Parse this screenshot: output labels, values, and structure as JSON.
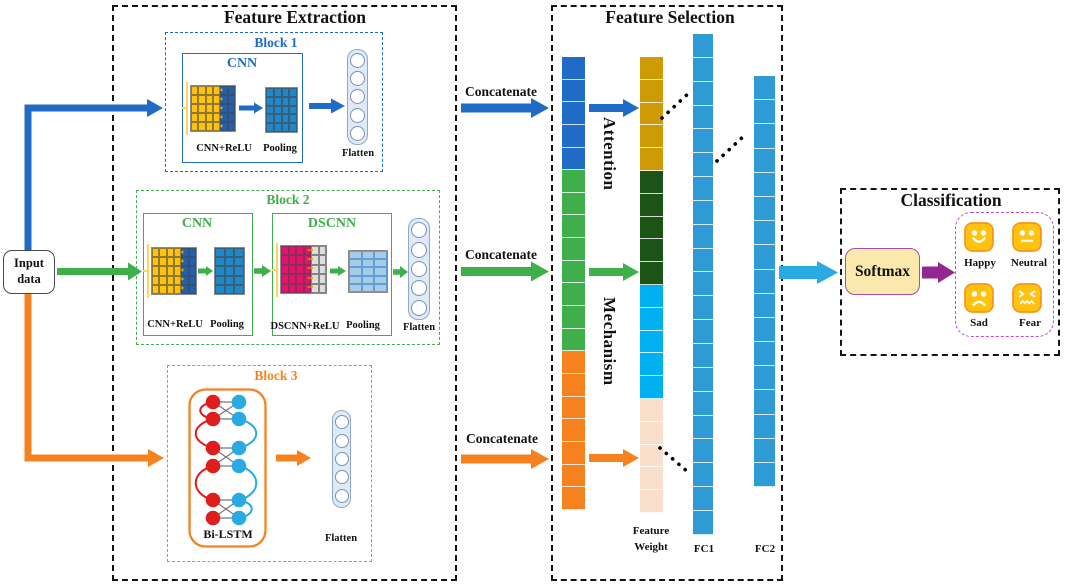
{
  "palette": {
    "blue": "#1F6BC5",
    "green": "#3FAF4C",
    "orange": "#F5821F",
    "gold": "#CE9A06",
    "darkGreen": "#1C5418",
    "cyan": "#00B0F0",
    "peach": "#FADFCD",
    "fcBlue": "#2E9BD6",
    "ltBlue": "#29ABE2",
    "red": "#DF1D1D",
    "magenta": "#E8106C",
    "yellow": "#FFC20E",
    "convBlue": "#2160AE",
    "ltGray": "#DEDEDE",
    "poolBlue": "#1E88C9",
    "poolLtBlue": "#A8CBE8",
    "flatFill": "#DFEAF7",
    "flatBorder": "#8FA8C8",
    "purple": "#92278F",
    "emojiYellow": "#FFC20E",
    "emojiBorder": "#F7941D",
    "emotionBorder": "#B44FC8",
    "softmaxFill": "#FBE8AC",
    "softmaxBorder": "#A94FA4",
    "ink": "#111111"
  },
  "input_box": {
    "line1": "Input",
    "line2": "data"
  },
  "sections": {
    "feature_extraction": {
      "title": "Feature Extraction"
    },
    "feature_selection": {
      "title": "Feature Selection"
    },
    "classification": {
      "title": "Classification"
    }
  },
  "blocks": {
    "block1": {
      "title": "Block 1",
      "cnn_title": "CNN",
      "labels": {
        "conv": "CNN+ReLU",
        "pool": "Pooling",
        "flatten": "Flatten"
      },
      "conv_grid": {
        "rows": 5,
        "col_colors": [
          "yellow",
          "yellow",
          "yellow",
          "yellow",
          "convBlue",
          "convBlue"
        ],
        "arrow_col": 4
      },
      "pool_grid": {
        "rows": 5,
        "cols": 4,
        "color": "poolBlue"
      },
      "flatten_circles": 5
    },
    "block2": {
      "title": "Block 2",
      "cnn_title": "CNN",
      "dscnn_title": "DSCNN",
      "labels": {
        "cnn_conv": "CNN+ReLU",
        "cnn_pool": "Pooling",
        "dscnn_conv": "DSCNN+ReLU",
        "dscnn_pool": "Pooling",
        "flatten": "Flatten"
      },
      "cnn_conv_grid": {
        "rows": 5,
        "col_colors": [
          "yellow",
          "yellow",
          "yellow",
          "yellow",
          "convBlue",
          "convBlue"
        ],
        "arrow_col": 4
      },
      "cnn_pool_grid": {
        "rows": 5,
        "cols": 3,
        "color": "poolBlue"
      },
      "dscnn_conv_grid": {
        "rows": 5,
        "col_colors": [
          "magenta",
          "magenta",
          "magenta",
          "magenta",
          "ltGray",
          "ltGray"
        ],
        "arrow_col": 4
      },
      "dscnn_pool_grid": {
        "rows": 5,
        "cols": 3,
        "color": "poolLtBlue",
        "line": "rgba(91,155,213,.95)"
      },
      "flatten_circles": 5
    },
    "block3": {
      "title": "Block 3",
      "bilstm_label": "Bi-LSTM",
      "flatten_label": "Flatten",
      "flatten_circles": 5,
      "lstm_groups": 3
    }
  },
  "concatenate_labels": {
    "top": "Concatenate",
    "middle": "Concatenate",
    "bottom": "Concatenate"
  },
  "feature_selection": {
    "attention_word": "Attention",
    "mechanism_word": "Mechanism",
    "concat_column": {
      "width": 23,
      "cell_h": 22.65,
      "segments": [
        {
          "color": "blue",
          "count": 5
        },
        {
          "color": "green",
          "count": 8
        },
        {
          "color": "orange",
          "count": 7
        }
      ]
    },
    "weight_column": {
      "width": 23,
      "cell_h": 22.8,
      "segments": [
        {
          "color": "gold",
          "count": 5
        },
        {
          "color": "darkGreen",
          "count": 5
        },
        {
          "color": "cyan",
          "count": 5
        },
        {
          "color": "peach",
          "count": 5
        }
      ]
    },
    "fc1_column": {
      "width": 20,
      "cell_h": 23.85,
      "segments": [
        {
          "color": "fcBlue",
          "count": 21
        }
      ]
    },
    "fc2_column": {
      "width": 21,
      "cell_h": 24.2,
      "segments": [
        {
          "color": "fcBlue",
          "count": 17
        }
      ]
    },
    "labels": {
      "feature_weight_line1": "Feature",
      "feature_weight_line2": "Weight",
      "fc1": "FC1",
      "fc2": "FC2"
    }
  },
  "classification": {
    "softmax_label": "Softmax",
    "emotions": [
      {
        "label": "Happy",
        "face": "happy"
      },
      {
        "label": "Neutral",
        "face": "neutral"
      },
      {
        "label": "Sad",
        "face": "sad"
      },
      {
        "label": "Fear",
        "face": "fear"
      }
    ]
  }
}
